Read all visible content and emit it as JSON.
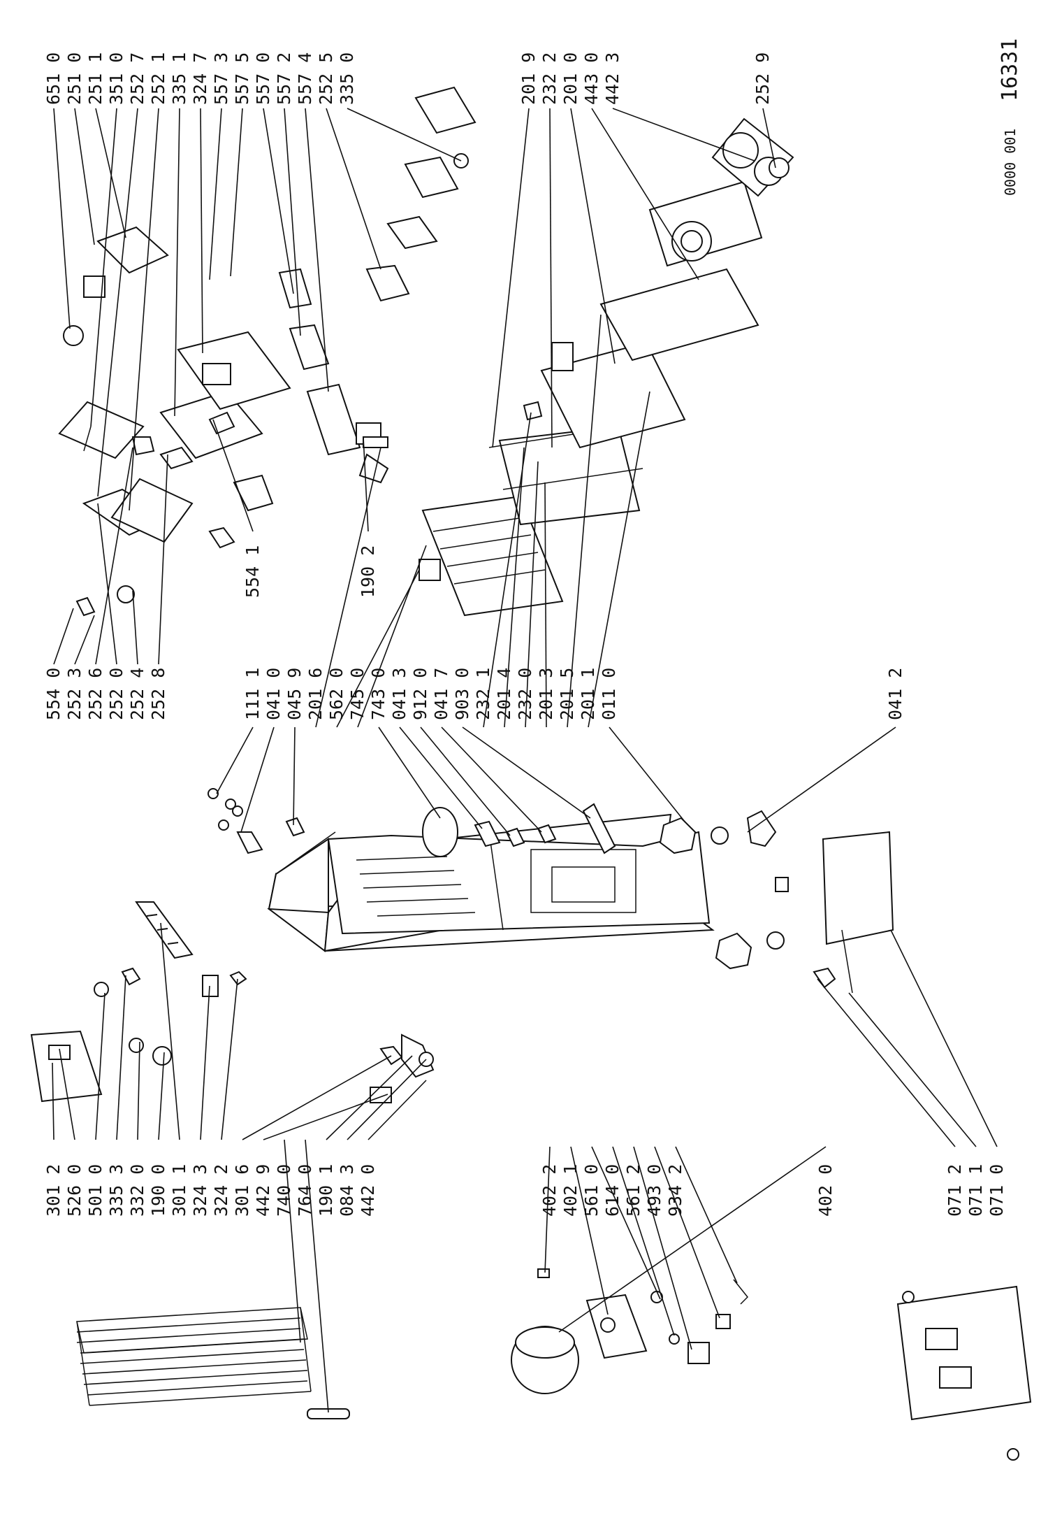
{
  "header": {
    "doc_code": "0000 001",
    "drawing_number": "16331"
  },
  "labels": {
    "top_right": [
      "651 0",
      "251 0",
      "251 1",
      "351 0",
      "252 7",
      "252 1",
      "335 1",
      "324 7",
      "557 3",
      "557 5",
      "557 0",
      "557 2",
      "557 4",
      "252 5",
      "335 0"
    ],
    "right_upper": [
      "201 9",
      "232 2",
      "201 0",
      "443 0",
      "442 3"
    ],
    "right_single": "252 9",
    "upper_mid": [
      "554 1",
      "190 2"
    ],
    "center_col": [
      "554 0",
      "252 3",
      "252 6",
      "252 0",
      "252 4",
      "252 8",
      "111 1",
      "041 0",
      "045 9",
      "201 6",
      "562 0",
      "745 0",
      "743 0",
      "041 3",
      "912 0",
      "041 7",
      "903 0",
      "232 1",
      "201 4",
      "232 0",
      "201 3",
      "201 5",
      "201 1",
      "011 0"
    ],
    "center_single": "041 2",
    "left_col": [
      "301 2",
      "526 0",
      "501 0",
      "335 3",
      "332 0",
      "190 0",
      "301 1",
      "324 3",
      "324 2",
      "301 6",
      "442 9",
      "740 0",
      "764 0",
      "190 1",
      "084 3",
      "442 0"
    ],
    "bottom_col": [
      "402 2",
      "402 1",
      "561 0",
      "614 0",
      "561 2",
      "493 0",
      "934 2"
    ],
    "bottom_single": "402 0",
    "bottom_right": [
      "071 2",
      "071 1",
      "071 0"
    ]
  }
}
